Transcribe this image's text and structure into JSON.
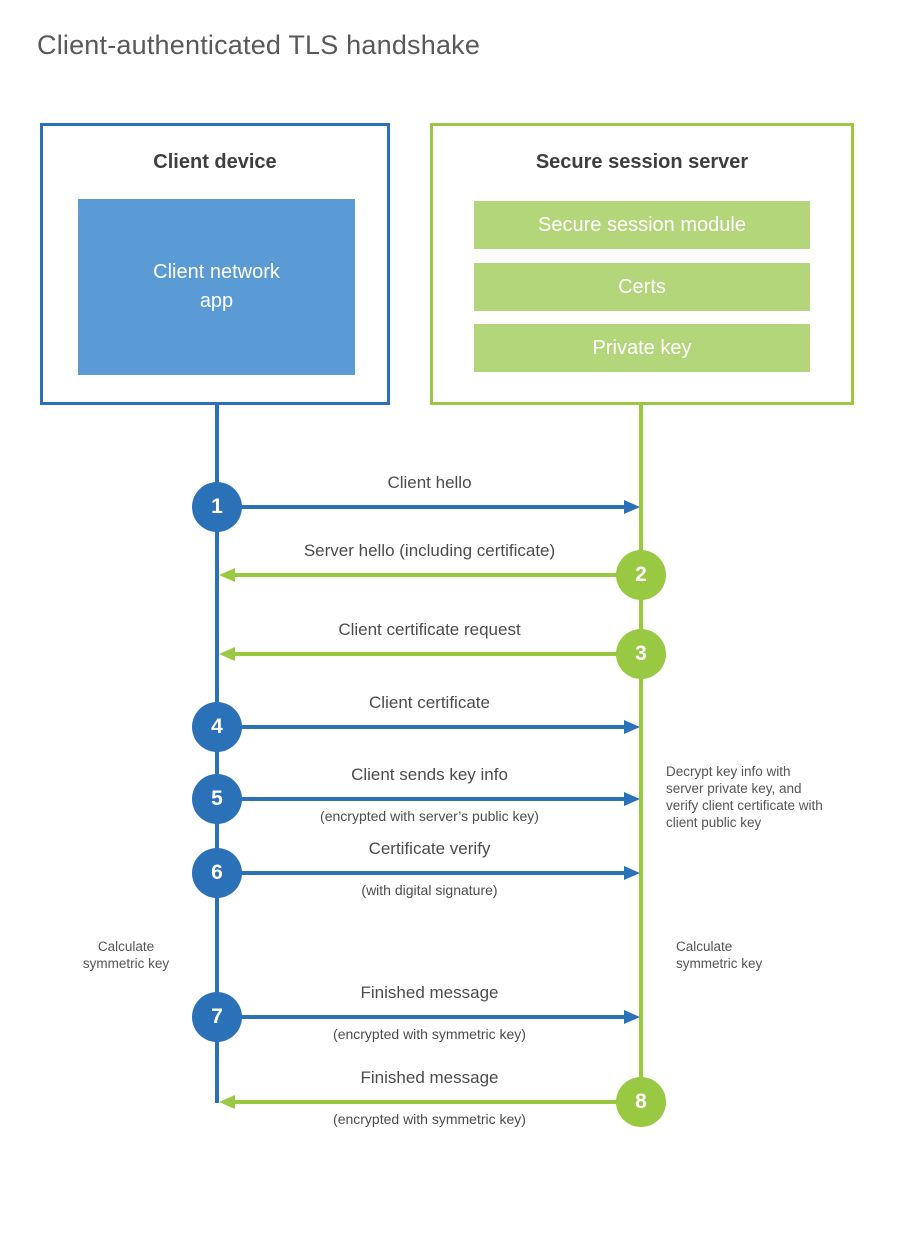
{
  "title": "Client-authenticated TLS handshake",
  "client_box": {
    "title": "Client device",
    "app_label": "Client network app"
  },
  "server_box": {
    "title": "Secure session server",
    "modules": [
      "Secure session module",
      "Certs",
      "Private key"
    ]
  },
  "steps": [
    {
      "number": "1",
      "from": "client",
      "to": "server",
      "label": "Client hello",
      "sublabel": ""
    },
    {
      "number": "2",
      "from": "server",
      "to": "client",
      "label": "Server hello (including certificate)",
      "sublabel": ""
    },
    {
      "number": "3",
      "from": "server",
      "to": "client",
      "label": "Client certificate request",
      "sublabel": ""
    },
    {
      "number": "4",
      "from": "client",
      "to": "server",
      "label": "Client certificate",
      "sublabel": ""
    },
    {
      "number": "5",
      "from": "client",
      "to": "server",
      "label": "Client sends key info",
      "sublabel": "(encrypted with server’s public key)"
    },
    {
      "number": "6",
      "from": "client",
      "to": "server",
      "label": "Certificate verify",
      "sublabel": "(with digital signature)"
    },
    {
      "number": "7",
      "from": "client",
      "to": "server",
      "label": "Finished message",
      "sublabel": "(encrypted with symmetric key)"
    },
    {
      "number": "8",
      "from": "server",
      "to": "client",
      "label": "Finished message",
      "sublabel": "(encrypted with symmetric key)"
    }
  ],
  "annotations": {
    "server_note": "Decrypt key info with server private key, and verify client certificate with client public key",
    "client_calc": "Calculate symmetric key",
    "server_calc": "Calculate symmetric key"
  },
  "colors": {
    "client_blue": "#2B71B8",
    "client_blue_light": "#5B9BD5",
    "server_green": "#99C943",
    "server_green_light": "#B4D67B"
  }
}
